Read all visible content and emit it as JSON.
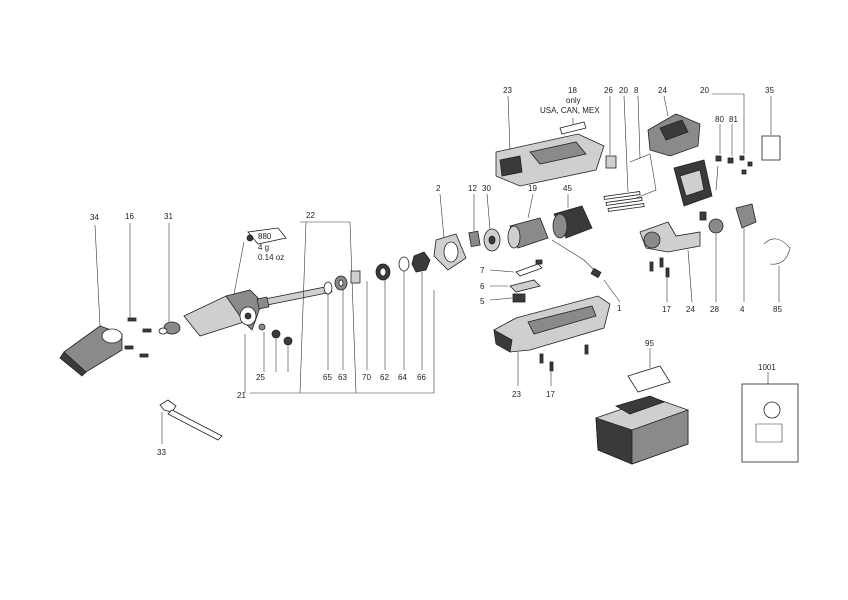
{
  "callouts": {
    "c34": "34",
    "c16": "16",
    "c31": "31",
    "c22": "22",
    "c21": "21",
    "c25": "25",
    "c65": "65",
    "c63": "63",
    "c70": "70",
    "c62": "62",
    "c64": "64",
    "c66": "66",
    "c33": "33",
    "c2": "2",
    "c12": "12",
    "c30": "30",
    "c19": "19",
    "c45": "45",
    "c23a": "23",
    "c18": "18",
    "c26": "26",
    "c20a": "20",
    "c8": "8",
    "c24a": "24",
    "c20b": "20",
    "c35": "35",
    "c80": "80",
    "c81": "81",
    "c7": "7",
    "c6": "6",
    "c5": "5",
    "c1": "1",
    "c17a": "17",
    "c24b": "24",
    "c28": "28",
    "c4": "4",
    "c85": "85",
    "c23b": "23",
    "c17b": "17",
    "c95": "95",
    "c1001": "1001"
  },
  "notes": {
    "only": "only",
    "regions": "USA, CAN, MEX",
    "grease_code": "880",
    "grease_g": "4 g",
    "grease_oz": "0.14 oz"
  },
  "colors": {
    "line": "#333333",
    "dark": "#3a3a3a",
    "mid": "#8a8a8a",
    "light": "#cfcfcf"
  }
}
